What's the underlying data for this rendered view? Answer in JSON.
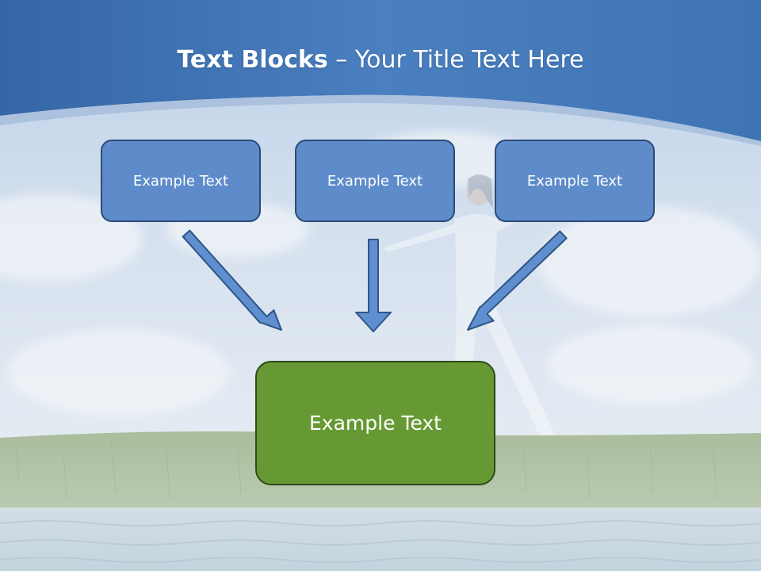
{
  "slide": {
    "title_bold": "Text Blocks",
    "title_dash": "–",
    "title_rest": "Your Title Text Here"
  },
  "diagram": {
    "top_boxes": [
      {
        "label": "Example Text"
      },
      {
        "label": "Example Text"
      },
      {
        "label": "Example Text"
      }
    ],
    "bottom_box": {
      "label": "Example Text"
    }
  },
  "colors": {
    "header_blue": "#3f74b4",
    "box_blue": "#5e8cca",
    "box_border": "#2b4a76",
    "box_green": "#669933",
    "arrow_fill": "#5f8fcf"
  }
}
